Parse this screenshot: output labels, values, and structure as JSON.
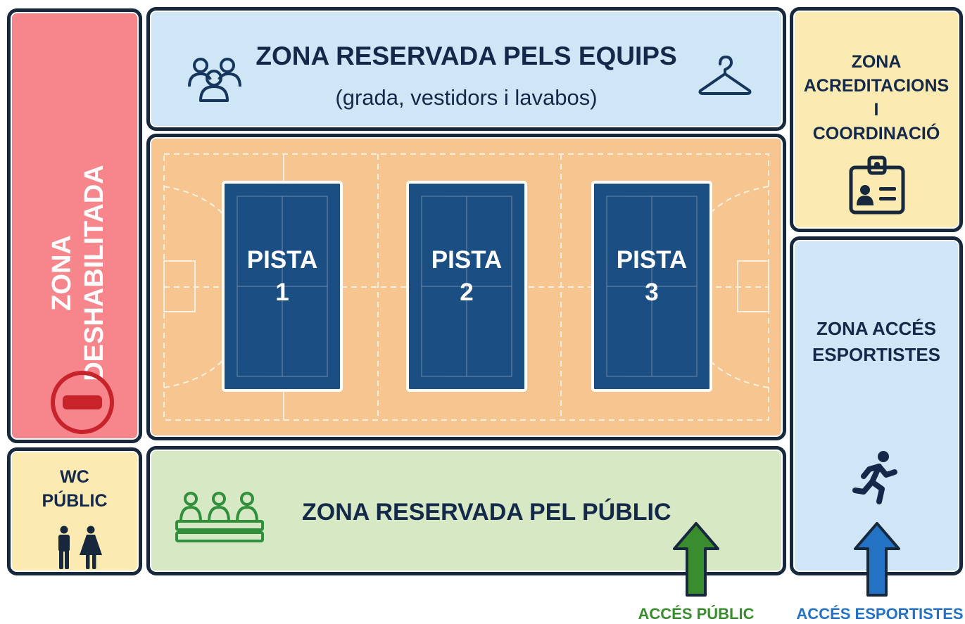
{
  "zones": {
    "disabled": {
      "label": "ZONA DESHABILITADA",
      "line1": "ZONA",
      "line2": "DESHABILITADA",
      "icon": "no-entry-icon",
      "color": "#f6868b"
    },
    "teams": {
      "title": "ZONA RESERVADA PELS EQUIPS",
      "subtitle": "(grada, vestidors i lavabos)",
      "icons": [
        "people-group-icon",
        "hanger-icon"
      ],
      "color": "#cfe6f6"
    },
    "accreditation": {
      "line1": "ZONA",
      "line2": "ACREDITACIONS",
      "line3": "I",
      "line4": "COORDINACIÓ",
      "icon": "badge-icon",
      "color": "#fbeab2"
    },
    "courts": {
      "color": "#f7c690",
      "items": [
        {
          "word": "PISTA",
          "number": "1"
        },
        {
          "word": "PISTA",
          "number": "2"
        },
        {
          "word": "PISTA",
          "number": "3"
        }
      ],
      "court_color": "#1b4e83"
    },
    "athletes": {
      "line1": "ZONA ACCÉS",
      "line2": "ESPORTISTES",
      "icon": "runner-icon",
      "color": "#cfe6f6"
    },
    "wc": {
      "line1": "WC",
      "line2": "PÚBLIC",
      "icon": "restroom-icon",
      "color": "#fbeab2"
    },
    "public": {
      "label": "ZONA RESERVADA PEL PÚBLIC",
      "icon": "spectators-icon",
      "color": "#d7e9c4"
    }
  },
  "access": {
    "public": {
      "label": "ACCÉS PÚBLIC",
      "icon": "arrow-up-icon",
      "color": "#3a8d2e"
    },
    "athletes": {
      "label": "ACCÉS ESPORTISTES",
      "icon": "arrow-up-icon",
      "color": "#2472c4"
    }
  }
}
